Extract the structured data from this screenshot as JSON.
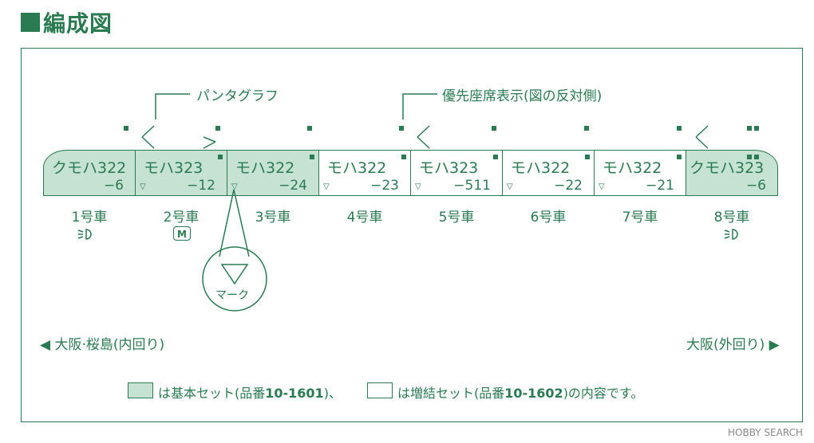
{
  "title": "編成図",
  "annotations": {
    "pantograph": "パンタグラフ",
    "priority_seat": "優先座席表示(図の反対側)",
    "mark": "マーク"
  },
  "cars": [
    {
      "name": "クモハ322",
      "num": "−6",
      "label": "1号車",
      "set": "basic",
      "mark": false
    },
    {
      "name": "モハ323",
      "num": "−12",
      "label": "2号車",
      "set": "basic",
      "mark": true
    },
    {
      "name": "モハ322",
      "num": "−24",
      "label": "3号車",
      "set": "basic",
      "mark": true
    },
    {
      "name": "モハ322",
      "num": "−23",
      "label": "4号車",
      "set": "ext",
      "mark": true
    },
    {
      "name": "モハ323",
      "num": "−511",
      "label": "5号車",
      "set": "ext",
      "mark": true
    },
    {
      "name": "モハ322",
      "num": "−22",
      "label": "6号車",
      "set": "ext",
      "mark": true
    },
    {
      "name": "モハ322",
      "num": "−21",
      "label": "7号車",
      "set": "ext",
      "mark": true
    },
    {
      "name": "クモハ323",
      "num": "−6",
      "label": "8号車",
      "set": "basic",
      "mark": false
    }
  ],
  "motor_icon": "M",
  "direction": {
    "left": "大阪·桜島(内回り)",
    "right": "大阪(外回り)"
  },
  "legend": {
    "basic_a": "は基本セット(品番",
    "basic_code": "10-1601",
    "basic_b": ")、",
    "ext_a": "は増結セット(品番",
    "ext_code": "10-1602",
    "ext_b": ")の内容です。"
  },
  "watermark": "HOBBY SEARCH",
  "colors": {
    "accent": "#2a7a52",
    "basic_fill": "#c6e2d2"
  }
}
